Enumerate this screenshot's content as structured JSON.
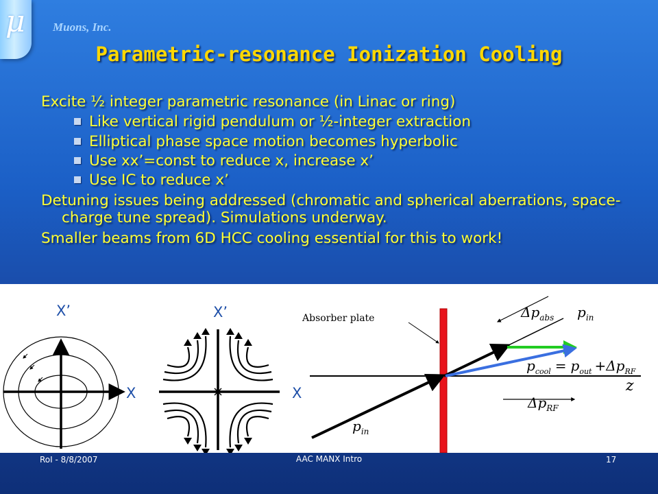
{
  "header": {
    "logo_glyph": "μ",
    "company": "Muons, Inc.",
    "title": "Parametric-resonance Ionization Cooling"
  },
  "body": {
    "intro": "Excite ½ integer parametric resonance (in Linac or ring)",
    "bullets": [
      "Like vertical rigid pendulum or ½-integer extraction",
      "Elliptical phase space motion becomes hyperbolic",
      "Use xx’=const to reduce x, increase x’",
      "Use IC to reduce x’"
    ],
    "detuning": "Detuning issues being addressed (chromatic and spherical aberrations, space-charge tune spread).  Simulations underway.",
    "conclusion": "Smaller beams from 6D HCC cooling essential for this to work!"
  },
  "figure": {
    "ellipse_plot": {
      "y_label": "X’",
      "x_label": "X"
    },
    "hyperbola_plot": {
      "y_label": "X’",
      "x_label": "X"
    },
    "cooling_diagram": {
      "absorber_label": "Absorber plate",
      "p_abs": "Δp",
      "p_abs_sub": "abs",
      "p_in_top": "p",
      "p_in_top_sub": "in",
      "cool_lhs": "p",
      "cool_lhs_sub": "cool",
      "cool_eq": "=",
      "cool_out": "p",
      "cool_out_sub": "out",
      "cool_plus": "+Δp",
      "cool_plus_sub": "RF",
      "z_axis": "z",
      "p_rf": "Δp",
      "p_rf_sub": "RF",
      "p_in_bottom": "p",
      "p_in_bottom_sub": "in",
      "colors": {
        "absorber": "#e8141c",
        "green": "#22cc22",
        "blue": "#3a6fe0"
      }
    }
  },
  "footer": {
    "left": "RoI - 8/8/2007",
    "center": "AAC MANX Intro",
    "page": "17"
  }
}
